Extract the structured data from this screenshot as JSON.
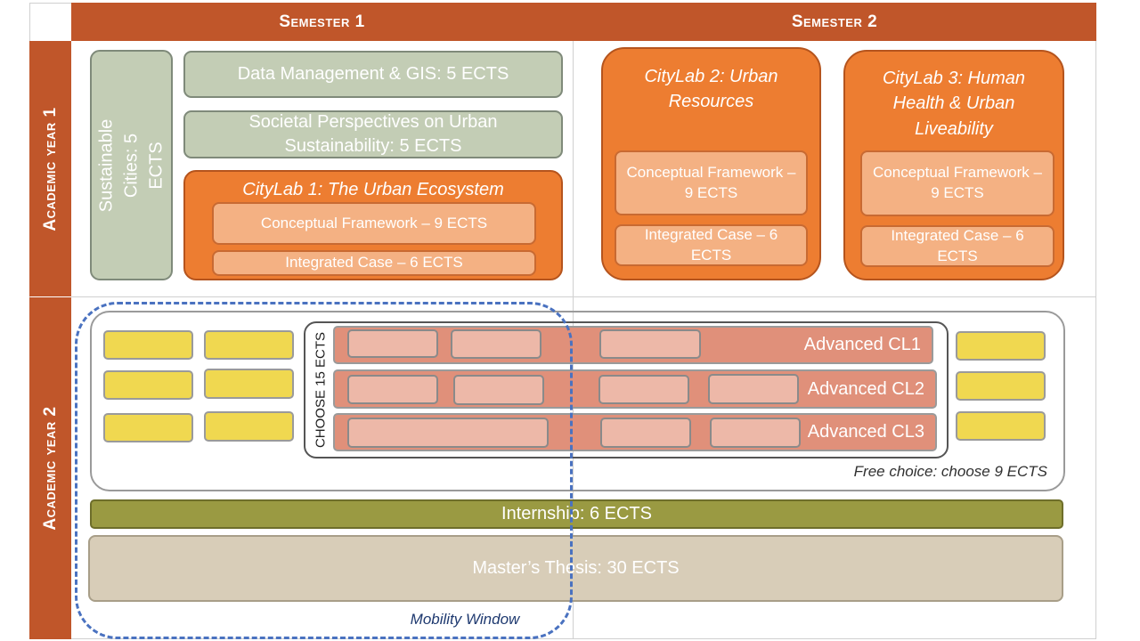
{
  "headers": {
    "semester1": "Semester 1",
    "semester2": "Semester 2",
    "year1": "Academic year 1",
    "year2": "Academic year 2"
  },
  "year1": {
    "sustainable_cities": "Sustainable Cities: 5 ECTS",
    "data_management": "Data Management & GIS: 5 ECTS",
    "societal_perspectives": "Societal Perspectives on Urban Sustainability: 5 ECTS",
    "citylab1": {
      "title": "CityLab 1: The Urban Ecosystem",
      "conceptual": "Conceptual  Framework  – 9 ECTS",
      "integrated": "Integrated  Case – 6 ECTS"
    },
    "citylab2": {
      "title": "CityLab 2: Urban Resources",
      "conceptual": "Conceptual Framework – 9 ECTS",
      "integrated": "Integrated Case – 6 ECTS"
    },
    "citylab3": {
      "title": "CityLab 3: Human Health & Urban Liveability",
      "conceptual": "Conceptual Framework – 9 ECTS",
      "integrated": "Integrated Case – 6 ECTS"
    }
  },
  "year2": {
    "choose15": "CHOOSE 15 ECTS",
    "advanced_cl1": "Advanced CL1",
    "advanced_cl2": "Advanced CL2",
    "advanced_cl3": "Advanced CL3",
    "free_choice": "Free choice: choose 9 ECTS",
    "internship": "Internship: 6 ECTS",
    "thesis": "Master’s Thesis: 30 ECTS",
    "mobility_window": "Mobility Window"
  },
  "colors": {
    "header": "#c0562a",
    "citylab": "#ed7d31",
    "module_light": "#f4b183",
    "gray_module": "#c3cdb5",
    "elective": "#f0d850",
    "advanced": "#e0907a",
    "internship": "#9a9a42",
    "thesis": "#d8cdb8",
    "mobility_dash": "#4a72c0"
  }
}
